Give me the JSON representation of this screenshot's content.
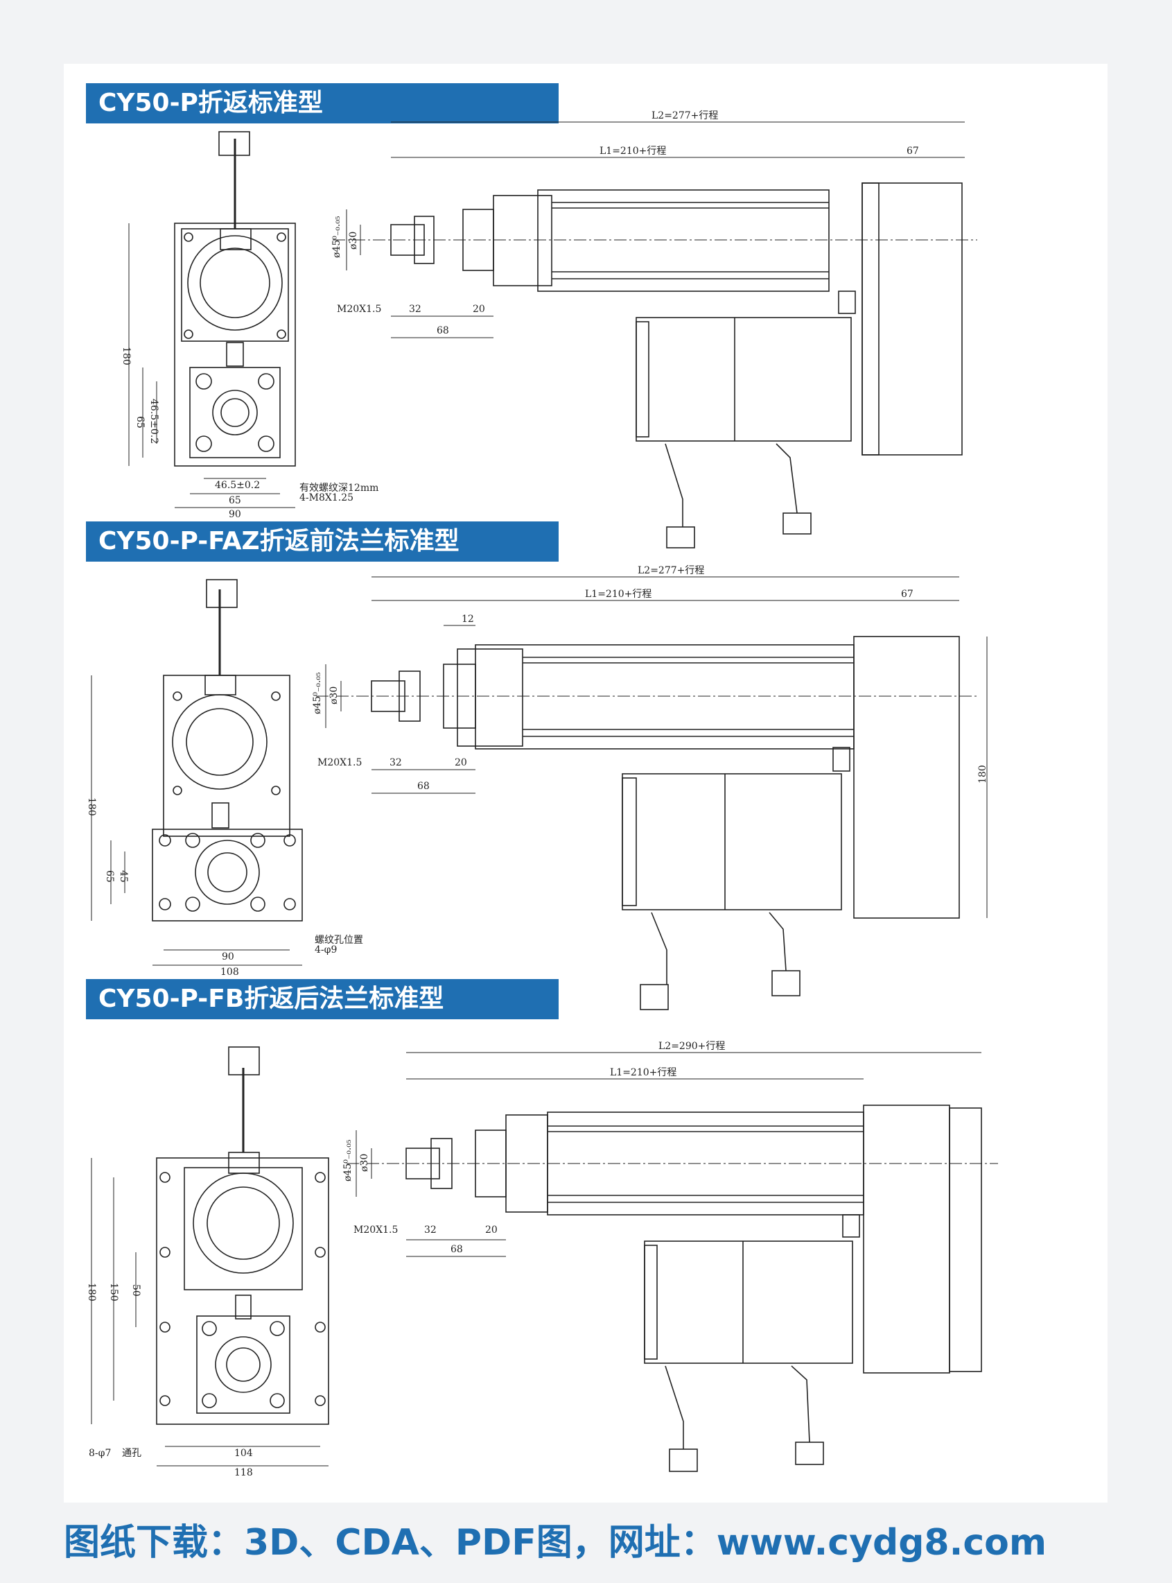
{
  "sections": [
    {
      "title": "CY50-P折返标准型",
      "dims": {
        "l2": "L2=277+行程",
        "l1": "L1=210+行程",
        "d67": "67",
        "phi45": "ø45⁰₋₀.₀₅",
        "phi30": "ø30",
        "m20": "M20X1.5",
        "d32": "32",
        "d20": "20",
        "d68": "68",
        "side180": "180",
        "side65": "65",
        "side46": "46.5±0.2",
        "bot46": "46.5±0.2",
        "bot65": "65",
        "bot90": "90",
        "thread": "4-M8X1.25",
        "thread_note": "有效螺纹深12mm"
      }
    },
    {
      "title": "CY50-P-FAZ折返前法兰标准型",
      "dims": {
        "l2": "L2=277+行程",
        "l1": "L1=210+行程",
        "d67": "67",
        "d12": "12",
        "phi45": "ø45⁰₋₀.₀₅",
        "phi30": "ø30",
        "m20": "M20X1.5",
        "d32": "32",
        "d20": "20",
        "d68": "68",
        "right180": "180",
        "side180": "180",
        "side65": "65",
        "side45": "45",
        "bot90": "90",
        "bot108": "108",
        "holes": "4-φ9",
        "holes_note": "螺纹孔位置"
      }
    },
    {
      "title": "CY50-P-FB折返后法兰标准型",
      "dims": {
        "l2": "L2=290+行程",
        "l1": "L1=210+行程",
        "phi45": "ø45⁰₋₀.₀₅",
        "phi30": "ø30",
        "m20": "M20X1.5",
        "d32": "32",
        "d20": "20",
        "d68": "68",
        "side180": "180",
        "side150": "150",
        "side50": "50",
        "bot104": "104",
        "bot118": "118",
        "holes": "8-φ7",
        "holes_note": "通孔"
      }
    }
  ],
  "footer": "图纸下载：3D、CDA、PDF图，网址：www.cydg8.com",
  "colors": {
    "accent": "#1f6fb2",
    "line": "#222222",
    "background": "#f2f3f5"
  }
}
